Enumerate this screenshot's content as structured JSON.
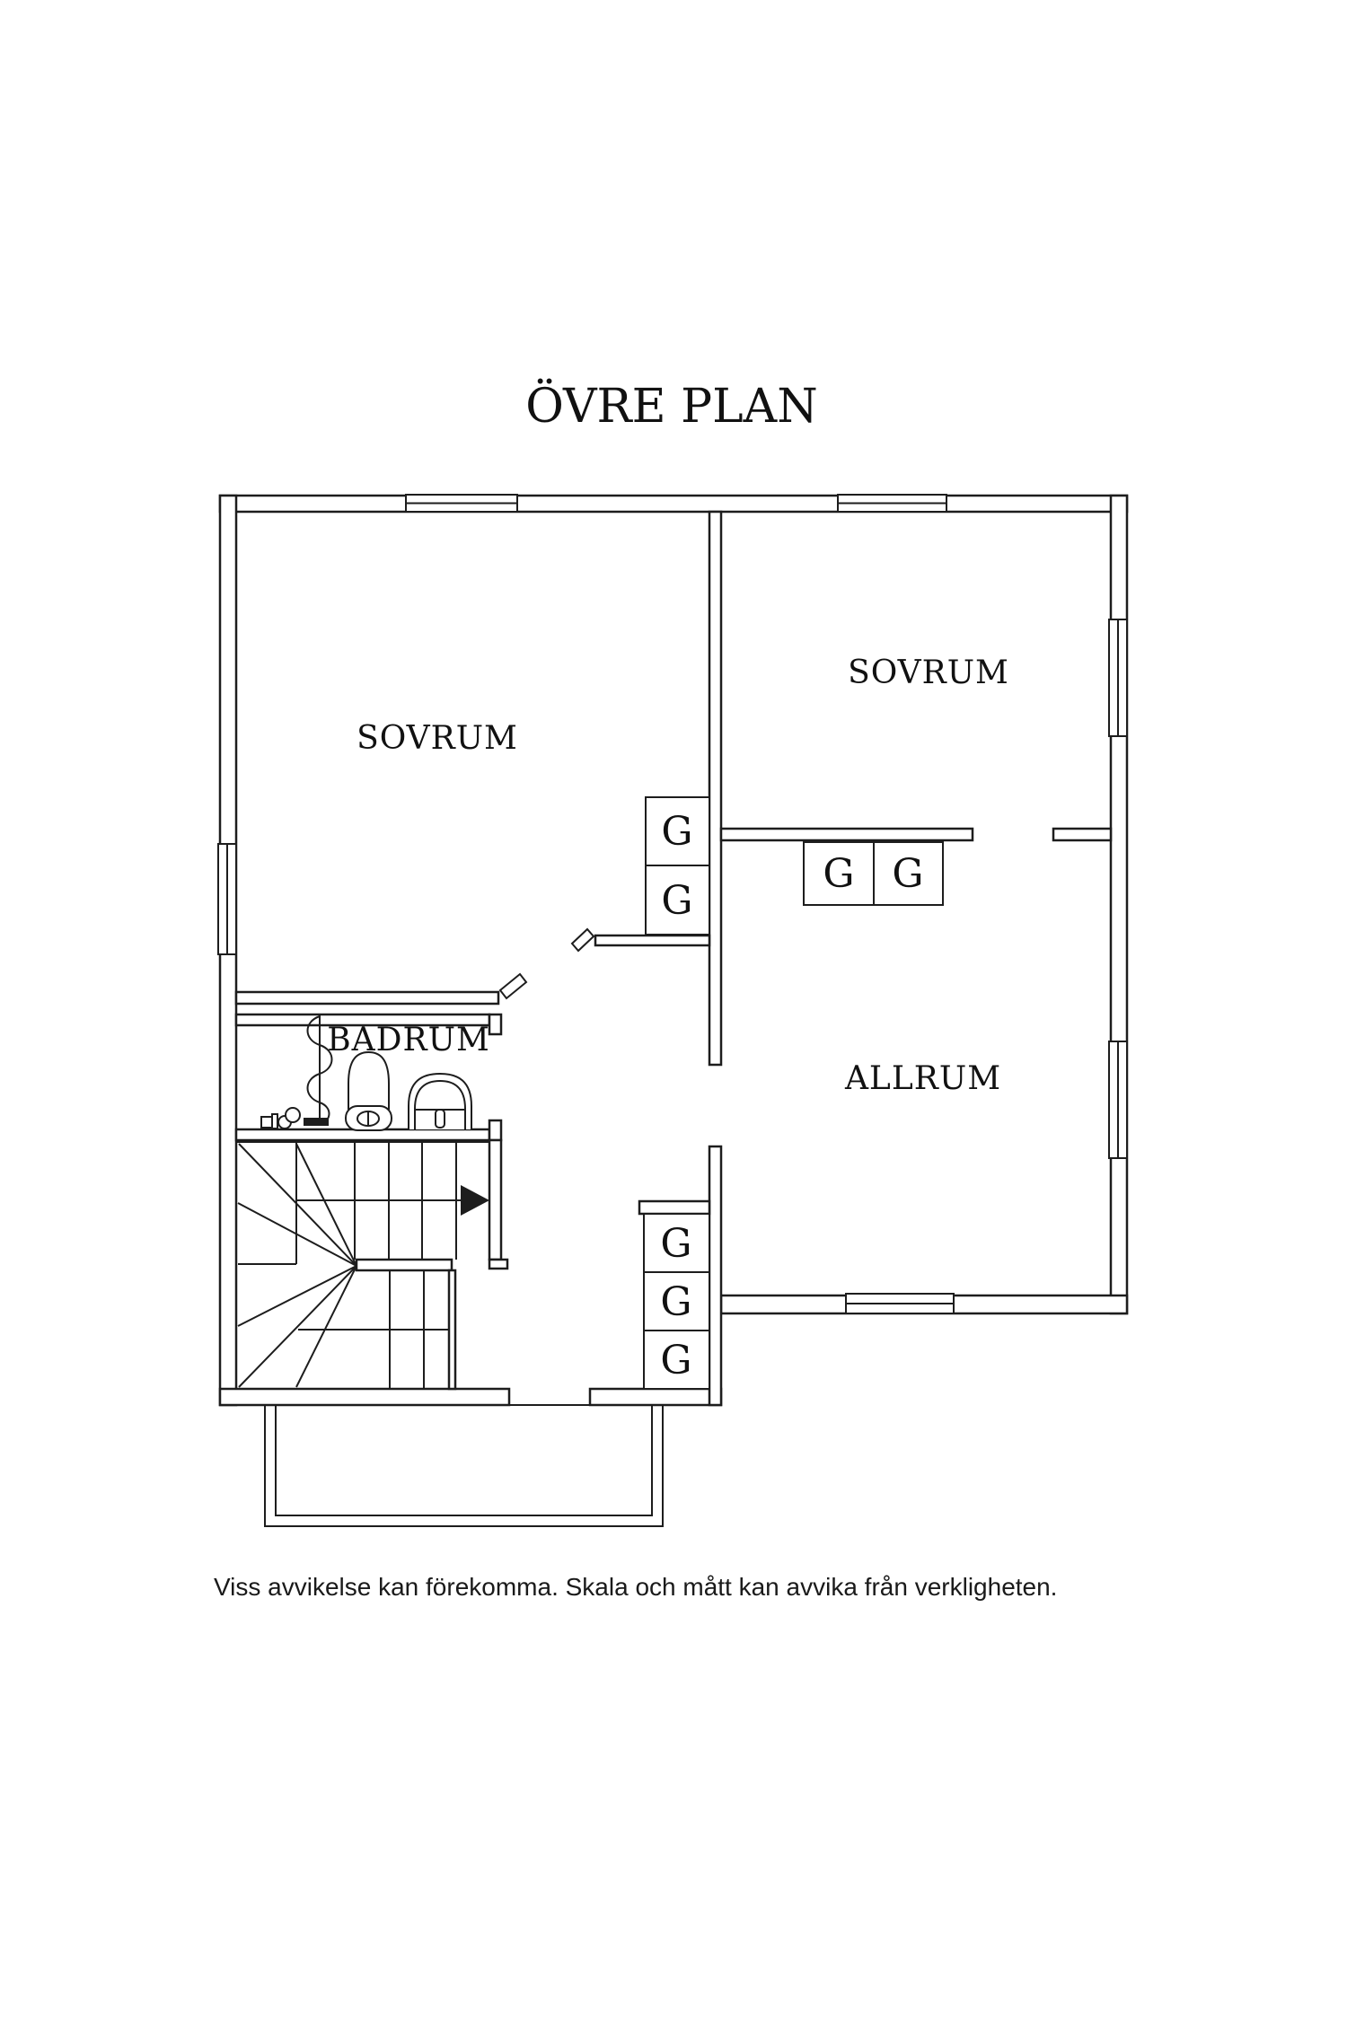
{
  "page": {
    "background": "#ffffff",
    "line_color": "#1d1d1d"
  },
  "title": "ÖVRE PLAN",
  "floorplan": {
    "rooms": [
      {
        "label": "SOVRUM"
      },
      {
        "label": "SOVRUM"
      },
      {
        "label": "BADRUM"
      },
      {
        "label": "ALLRUM"
      }
    ],
    "closets": [
      "G",
      "G",
      "G",
      "G",
      "G",
      "G",
      "G"
    ],
    "icons": [
      "stairs-direction-arrow",
      "toilet-icon",
      "sink-icon",
      "shower-curtain-icon",
      "faucet-icon",
      "door-leaf"
    ]
  },
  "disclaimer": "Viss avvikelse kan förekomma. Skala och mått kan avvika från verkligheten."
}
